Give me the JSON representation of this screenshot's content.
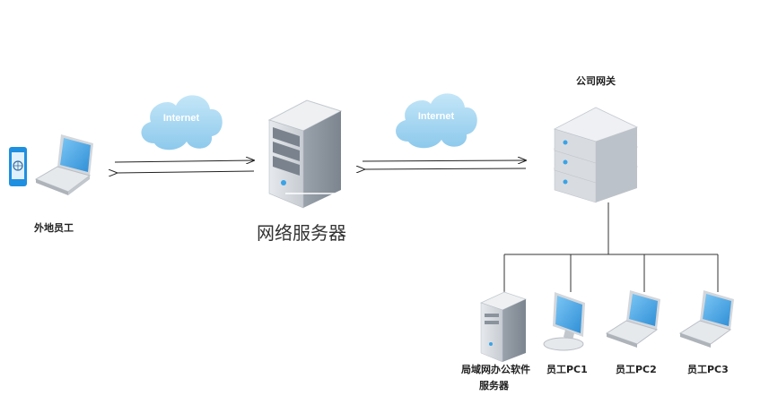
{
  "remote_employee": {
    "label": "外地员工"
  },
  "web_server": {
    "label": "网络服务器"
  },
  "gateway": {
    "label": "公司网关"
  },
  "cloud_left": {
    "label": "Internet"
  },
  "cloud_right": {
    "label": "Internet"
  },
  "lan_server": {
    "label_line1": "局域网办公软件",
    "label_line2": "服务器"
  },
  "employees": [
    {
      "label": "员工PC1"
    },
    {
      "label": "员工PC2"
    },
    {
      "label": "员工PC3"
    }
  ],
  "colors": {
    "cloud": "#a9d8f2",
    "screen": "#3aa3e6",
    "server_body": "#d9dde2",
    "arrow": "#222222"
  }
}
